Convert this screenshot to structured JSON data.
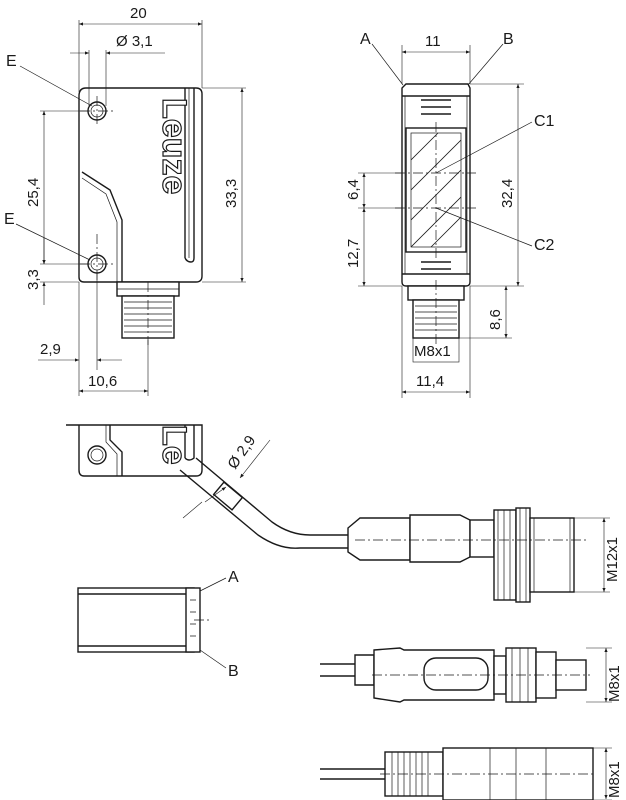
{
  "front_view": {
    "dim_width": "20",
    "dim_hole_diameter": "Ø 3,1",
    "dim_height": "33,3",
    "dim_hole_spacing": "25,4",
    "dim_hole_offset": "3,3",
    "dim_hole_edge": "2,9",
    "dim_connector_offset": "10,6",
    "label_e_top": "E",
    "label_e_bottom": "E",
    "logo": "Leuze"
  },
  "side_view": {
    "dim_width": "11",
    "label_a": "A",
    "label_b": "B",
    "label_c1": "C1",
    "label_c2": "C2",
    "dim_optic_height": "32,4",
    "dim_c1_offset": "6,4",
    "dim_c2_offset": "12,7",
    "dim_connector_height": "8,6",
    "dim_thread": "M8x1",
    "dim_total_width": "11,4"
  },
  "cable_view": {
    "dim_cable_diameter": "Ø 2,9",
    "dim_m12": "M12x1",
    "dim_m8_pigtail": "M8x1",
    "dim_m8_connector": "M8x1",
    "label_a": "A",
    "label_b": "B",
    "logo": "Le"
  },
  "colors": {
    "line": "#1a1a1a",
    "background": "#ffffff"
  }
}
